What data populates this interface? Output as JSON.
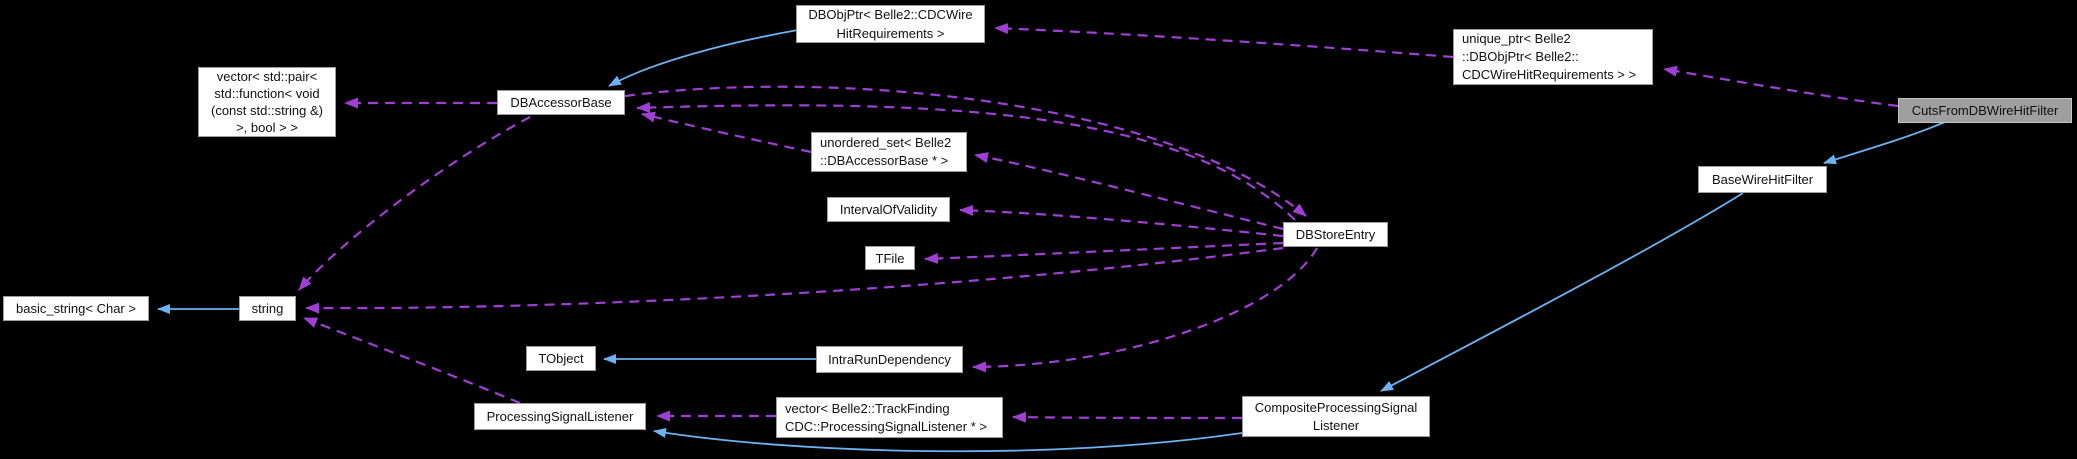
{
  "diagram": {
    "type": "doxygen-collaboration-graph",
    "focus_node": "CutsFromDBWireHitFilter"
  },
  "colors": {
    "background": "#000000",
    "node_fill": "#ffffff",
    "node_border": "#9c9c9c",
    "focus_node_fill": "#9f9f9f",
    "focus_node_border": "#c3c3c3",
    "node_text": "#111111",
    "inheritance_edge": "#6cb1f0",
    "usage_edge": "#a03fd6"
  },
  "nodes": {
    "dbobjptr": {
      "lines": [
        "DBObjPtr< Belle2::CDCWire",
        "HitRequirements >"
      ]
    },
    "unique_ptr": {
      "lines": [
        "unique_ptr< Belle2",
        "::DBObjPtr< Belle2::",
        "CDCWireHitRequirements > >"
      ]
    },
    "cuts_from_db_wire_hit_filter": {
      "lines": [
        "CutsFromDBWireHitFilter"
      ]
    },
    "vector_pair": {
      "lines": [
        "vector< std::pair<",
        "std::function< void",
        "(const std::string &)",
        ">, bool > >"
      ]
    },
    "db_accessor_base": {
      "lines": [
        "DBAccessorBase"
      ]
    },
    "unordered_set": {
      "lines": [
        "unordered_set< Belle2",
        "::DBAccessorBase * >"
      ]
    },
    "interval_of_validity": {
      "lines": [
        "IntervalOfValidity"
      ]
    },
    "tfile": {
      "lines": [
        "TFile"
      ]
    },
    "db_store_entry": {
      "lines": [
        "DBStoreEntry"
      ]
    },
    "base_wire_hit_filter": {
      "lines": [
        "BaseWireHitFilter"
      ]
    },
    "basic_string": {
      "lines": [
        "basic_string< Char >"
      ]
    },
    "string": {
      "lines": [
        "string"
      ]
    },
    "tobject": {
      "lines": [
        "TObject"
      ]
    },
    "intra_run_dependency": {
      "lines": [
        "IntraRunDependency"
      ]
    },
    "processing_signal_listener": {
      "lines": [
        "ProcessingSignalListener"
      ]
    },
    "vector_listener": {
      "lines": [
        "vector< Belle2::TrackFinding",
        "CDC::ProcessingSignalListener * >"
      ]
    },
    "composite_psl": {
      "lines": [
        "CompositeProcessingSignal",
        "Listener"
      ]
    }
  },
  "edges": [
    {
      "type": "inheritance",
      "from": "dbobjptr",
      "to": "db_accessor_base"
    },
    {
      "type": "inheritance",
      "from": "string",
      "to": "basic_string"
    },
    {
      "type": "inheritance",
      "from": "intra_run_dependency",
      "to": "tobject"
    },
    {
      "type": "inheritance",
      "from": "cuts_from_db_wire_hit_filter",
      "to": "base_wire_hit_filter"
    },
    {
      "type": "inheritance",
      "from": "base_wire_hit_filter",
      "to": "composite_psl"
    },
    {
      "type": "inheritance",
      "from": "composite_psl",
      "to": "processing_signal_listener"
    },
    {
      "type": "usage",
      "from": "cuts_from_db_wire_hit_filter",
      "to": "unique_ptr"
    },
    {
      "type": "usage",
      "from": "unique_ptr",
      "to": "dbobjptr"
    },
    {
      "type": "usage",
      "from": "db_accessor_base",
      "to": "vector_pair"
    },
    {
      "type": "usage",
      "from": "db_accessor_base",
      "to": "string"
    },
    {
      "type": "usage",
      "from": "db_accessor_base",
      "to": "db_store_entry"
    },
    {
      "type": "usage",
      "from": "db_store_entry",
      "to": "db_accessor_base"
    },
    {
      "type": "usage",
      "from": "unordered_set",
      "to": "db_accessor_base"
    },
    {
      "type": "usage",
      "from": "db_store_entry",
      "to": "unordered_set"
    },
    {
      "type": "usage",
      "from": "db_store_entry",
      "to": "interval_of_validity"
    },
    {
      "type": "usage",
      "from": "db_store_entry",
      "to": "tfile"
    },
    {
      "type": "usage",
      "from": "db_store_entry",
      "to": "string"
    },
    {
      "type": "usage",
      "from": "db_store_entry",
      "to": "intra_run_dependency"
    },
    {
      "type": "usage",
      "from": "composite_psl",
      "to": "vector_listener"
    },
    {
      "type": "usage",
      "from": "vector_listener",
      "to": "processing_signal_listener"
    },
    {
      "type": "usage",
      "from": "processing_signal_listener",
      "to": "string"
    }
  ]
}
